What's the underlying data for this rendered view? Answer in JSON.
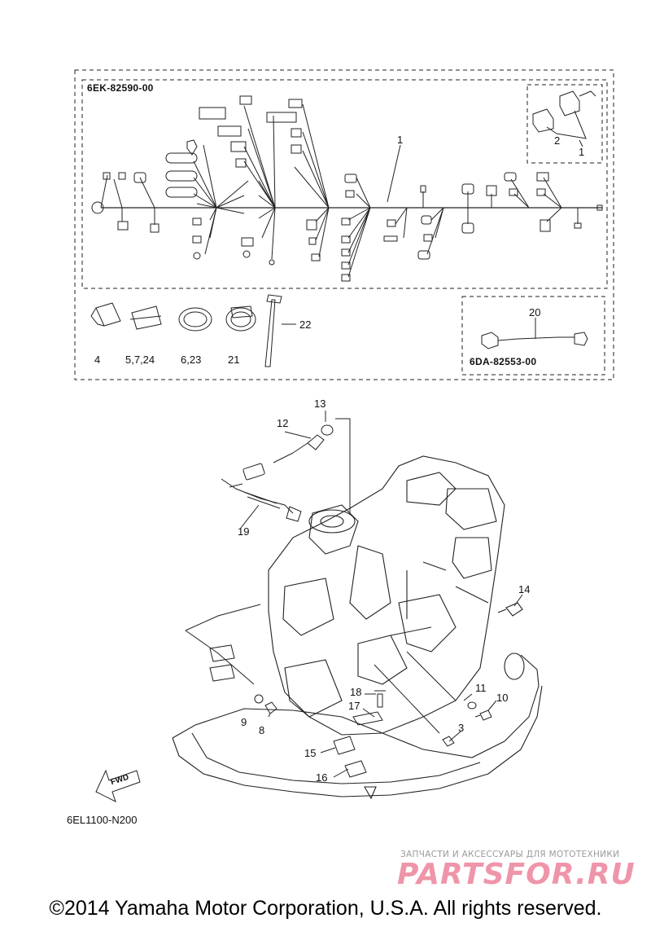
{
  "kit_codes": {
    "harness_kit": "6EK-82590-00",
    "lead_kit": "6DA-82553-00",
    "figure_code": "6EL1100-N200"
  },
  "callouts": {
    "c1": "1",
    "c1b": "1",
    "c2": "2",
    "c3": "3",
    "c4": "4",
    "c5": "5,7,24",
    "c6": "6,23",
    "c8": "8",
    "c9": "9",
    "c10": "10",
    "c11": "11",
    "c12": "12",
    "c13": "13",
    "c14": "14",
    "c15": "15",
    "c16": "16",
    "c17": "17",
    "c18": "18",
    "c19": "19",
    "c20": "20",
    "c21": "21",
    "c22": "22"
  },
  "arrow_label": "FWD",
  "watermark": {
    "tagline": "ЗАПЧАСТИ И АКСЕССУАРЫ ДЛЯ МОТОТЕХНИКИ",
    "brand": "PARTSFOR.RU"
  },
  "copyright": "©2014 Yamaha Motor Corporation, U.S.A. All rights reserved.",
  "colors": {
    "line": "#222222",
    "watermark_brand": "#ee8aa0",
    "watermark_tag": "#9a9a9a"
  }
}
